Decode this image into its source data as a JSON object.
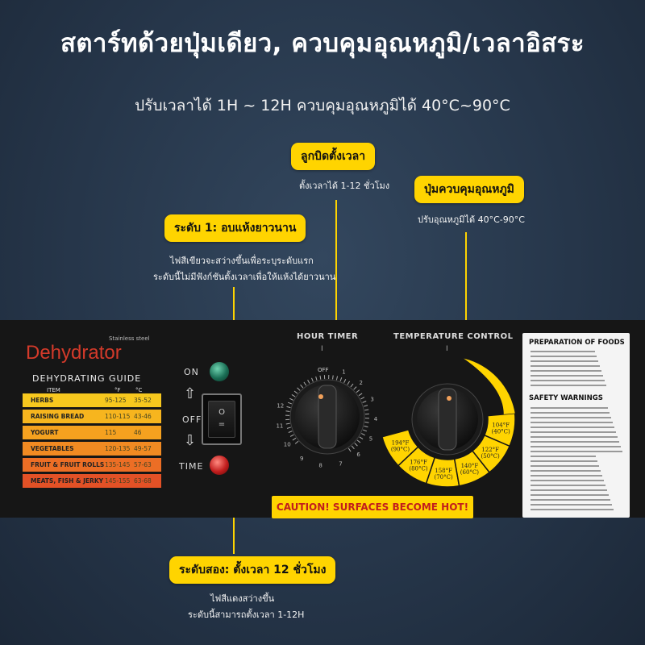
{
  "headline": "สตาร์ทด้วยปุ่มเดียว, ควบคุมอุณหภูมิ/เวลาอิสระ",
  "subline": "ปรับเวลาได้ 1H ~ 12H ควบคุมอุณหภูมิได้ 40°C~90°C",
  "callouts": {
    "timer_knob": {
      "label": "ลูกบิดตั้งเวลา",
      "caption": "ตั้งเวลาได้ 1-12 ชั่วโมง"
    },
    "temp_knob": {
      "label": "ปุ่มควบคุมอุณหภูมิ",
      "caption": "ปรับอุณหภูมิได้ 40°C-90°C"
    },
    "level1": {
      "label": "ระดับ 1: อบแห้งยาวนาน",
      "caption1": "ไฟสีเขียวจะสว่างขึ้นเพื่อระบุระดับแรก",
      "caption2": "ระดับนี้ไม่มีฟังก์ชันตั้งเวลาเพื่อให้แห้งได้ยาวนาน"
    },
    "level2": {
      "label": "ระดับสอง: ตั้งเวลา 12 ชั่วโมง",
      "caption1": "ไฟสีแดงสว่างขึ้น",
      "caption2": "ระดับนี้สามารถตั้งเวลา 1-12H"
    }
  },
  "panel": {
    "brand_small": "Stainless steel",
    "brand": "Dehydrator",
    "guide_title": "DEHYDRATING GUIDE",
    "guide_headers": {
      "item": "ITEM",
      "f": "°F",
      "c": "°C"
    },
    "guide_rows": [
      {
        "item": "HERBS",
        "f": "95-125",
        "c": "35-52",
        "color": "#f7c81e"
      },
      {
        "item": "RAISING BREAD",
        "f": "110-115",
        "c": "43-46",
        "color": "#f7b51e"
      },
      {
        "item": "YOGURT",
        "f": "115",
        "c": "46",
        "color": "#f5a11f"
      },
      {
        "item": "VEGETABLES",
        "f": "120-135",
        "c": "49-57",
        "color": "#f18a22"
      },
      {
        "item": "FRUIT & FRUIT ROLLS",
        "f": "135-145",
        "c": "57-63",
        "color": "#ec6e25"
      },
      {
        "item": "MEATS, FISH & JERKY",
        "f": "145-155",
        "c": "63-68",
        "color": "#e35126"
      }
    ],
    "on_label": "ON",
    "off_label": "OFF",
    "time_label": "TIME",
    "switch_on_mark": "O",
    "switch_off_mark": "=",
    "hour_timer_label": "HOUR TIMER",
    "temperature_label": "TEMPERATURE CONTROL",
    "timer_off": "OFF",
    "timer_numbers": [
      "1",
      "2",
      "3",
      "4",
      "5",
      "6",
      "7",
      "8",
      "9",
      "10",
      "11",
      "12"
    ],
    "temp_marks": [
      {
        "f": "194°F",
        "c": "(90°C)"
      },
      {
        "f": "176°F",
        "c": "(80°C)"
      },
      {
        "f": "158°F",
        "c": "(70°C)"
      },
      {
        "f": "140°F",
        "c": "(60°C)"
      },
      {
        "f": "122°F",
        "c": "(50°C)"
      },
      {
        "f": "104°F",
        "c": "(40°C)"
      }
    ],
    "caution": "CAUTION!  SURFACES BECOME HOT!",
    "notes_title_1": "PREPARATION OF FOODS",
    "notes_title_2": "SAFETY WARNINGS",
    "accent": "#ffd400"
  }
}
